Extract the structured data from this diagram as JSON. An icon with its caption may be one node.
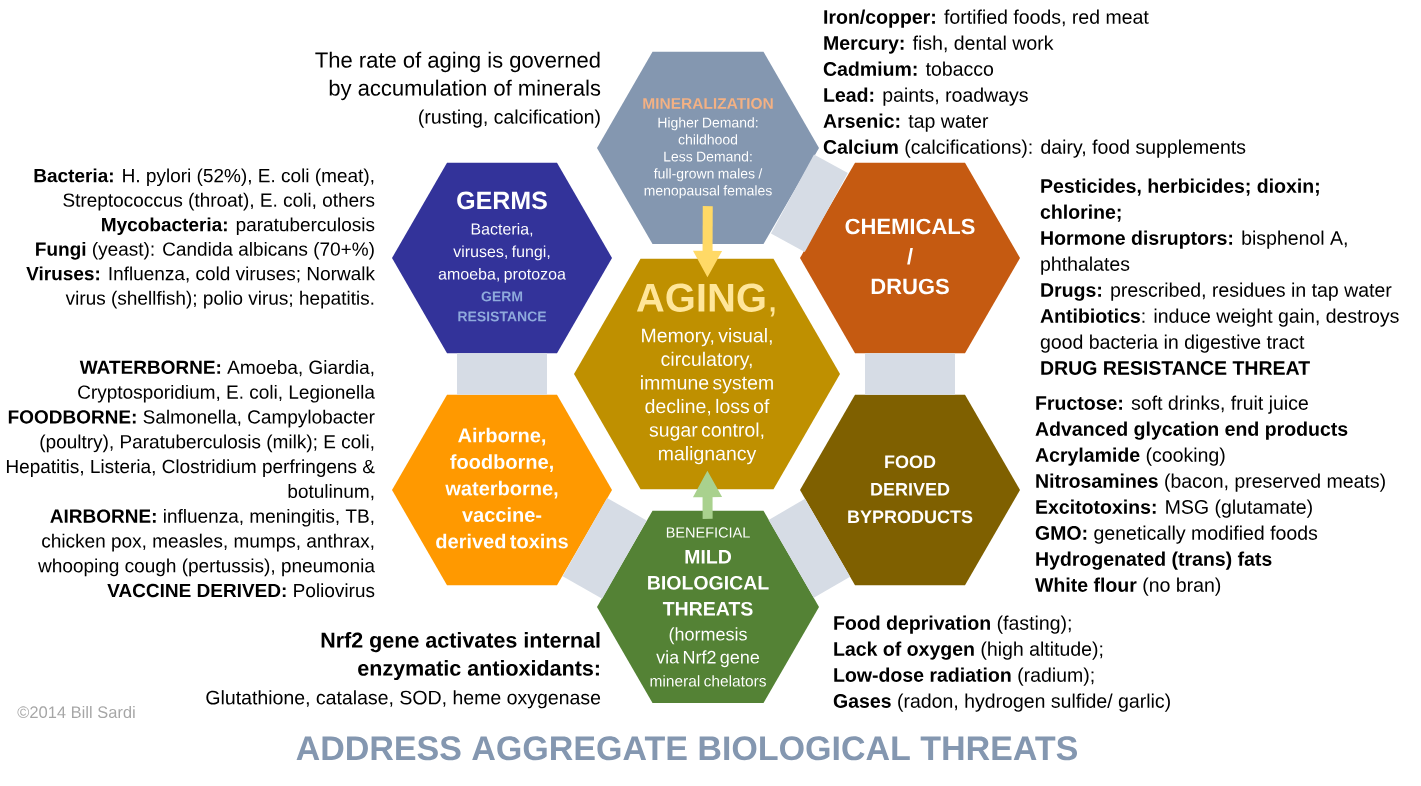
{
  "diagram": {
    "title": "ADDRESS AGGREGATE BIOLOGICAL THREATS",
    "nodes": [
      {
        "text": [
          "MINERALIZATION",
          "Higher Demand: childhood",
          "Less Demand: full-grown males / menopausal females"
        ],
        "beside": [
          "The rate of aging is governed by accumulation of minerals",
          "(rusting, calcification)",
          "**Iron/copper:** fortified foods, red meat",
          "**Mercury:** fish, dental work",
          "**Cadmium:** tobacco",
          "**Lead:** paints, roadways",
          "**Arsenic:** tap water",
          "**Calcium** (calcifications): dairy, food supplements"
        ]
      },
      {
        "text": [
          "GERMS",
          "Bacteria, viruses, fungi, amoeba, protozoa",
          "GERM RESISTANCE"
        ],
        "beside": [
          "**Bacteria:** H. pylori (52%), E. coli (meat), Streptococcus (throat), E. coli, others",
          "**Mycobacteria:** paratuberculosis",
          "**Fungi** (yeast): Candida albicans (70+%)",
          "**Viruses:** Influenza, cold viruses; Norwalk virus (shellfish); polio virus; hepatitis."
        ]
      },
      {
        "text": [
          "CHEMICALS / DRUGS"
        ],
        "beside": [
          "Pesticides, herbicides; dioxin; chlorine;",
          "**Hormone disruptors:** bisphenol A, phthalates",
          "**Drugs:** prescribed, residues in tap water",
          "**Antibiotics**: induce weight gain, destroys good bacteria in digestive tract",
          "DRUG RESISTANCE THREAT"
        ]
      },
      {
        "text": [
          "**AGING**,",
          "Memory, visual, circulatory, immune system decline, loss of sugar control, malignancy"
        ]
      },
      {
        "text": [
          "Airborne, foodborne, waterborne, vaccine-derived toxins"
        ],
        "beside": [
          "**WATERBORNE:** Amoeba, Giardia, Cryptosporidium, E. coli, Legionella",
          "**FOODBORNE:** Salmonella, Campylobacter (poultry), Paratuberculosis (milk); E coli, Hepatitis, Listeria, Clostridium perfringens & botulinum,",
          "**AIRBORNE:** influenza, meningitis, TB, chicken pox, measles, mumps, anthrax, whooping cough (pertussis), pneumonia",
          "**VACCINE DERIVED:** Poliovirus"
        ]
      },
      {
        "text": [
          "FOOD DERIVED BYPRODUCTS"
        ],
        "beside": [
          "**Fructose:** soft drinks, fruit juice",
          "Advanced glycation end products",
          "**Acrylamide** (cooking)",
          "**Nitrosamines** (bacon, preserved meats)",
          "**Excitotoxins:** MSG (glutamate)",
          "**GMO:** genetically modified foods",
          "Hydrogenated (trans) fats",
          "**White flour** (no bran)"
        ]
      },
      {
        "text": [
          "BENEFICIAL",
          "MILD BIOLOGICAL THREATS",
          "(hormesis via Nrf2 gene",
          "mineral chelators"
        ],
        "beside": [
          "Nrf2 gene activates internal enzymatic antioxidants:",
          "Glutathione, catalase, SOD, heme oxygenase",
          "**Food deprivation** (fasting);",
          "**Lack of oxygen** (high altitude);",
          "**Low-dose radiation** (radium);",
          "**Gases** (radon, hydrogen sulfide/ garlic)"
        ]
      }
    ],
    "edges": [
      {
        "from": 0,
        "to": 3,
        "arrow": "to",
        "color": "#ffd966"
      },
      {
        "from": 6,
        "to": 3,
        "arrow": "to",
        "color": "#a9d18e"
      },
      {
        "from": 0,
        "to": 2,
        "arrow": "none"
      },
      {
        "from": 1,
        "to": 4,
        "arrow": "none"
      },
      {
        "from": 2,
        "to": 5,
        "arrow": "none"
      },
      {
        "from": 4,
        "to": 6,
        "arrow": "none"
      },
      {
        "from": 5,
        "to": 6,
        "arrow": "none"
      }
    ],
    "labels": [
      "©2014 Bill Sardi"
    ]
  }
}
